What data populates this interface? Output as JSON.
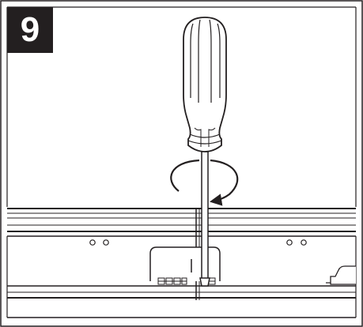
{
  "step": {
    "number": "9"
  },
  "illustration": {
    "subject": "screwdriver-tightening-screw",
    "rotation": "clockwise",
    "line_color": "#231f20",
    "fill_color": "#ffffff"
  }
}
